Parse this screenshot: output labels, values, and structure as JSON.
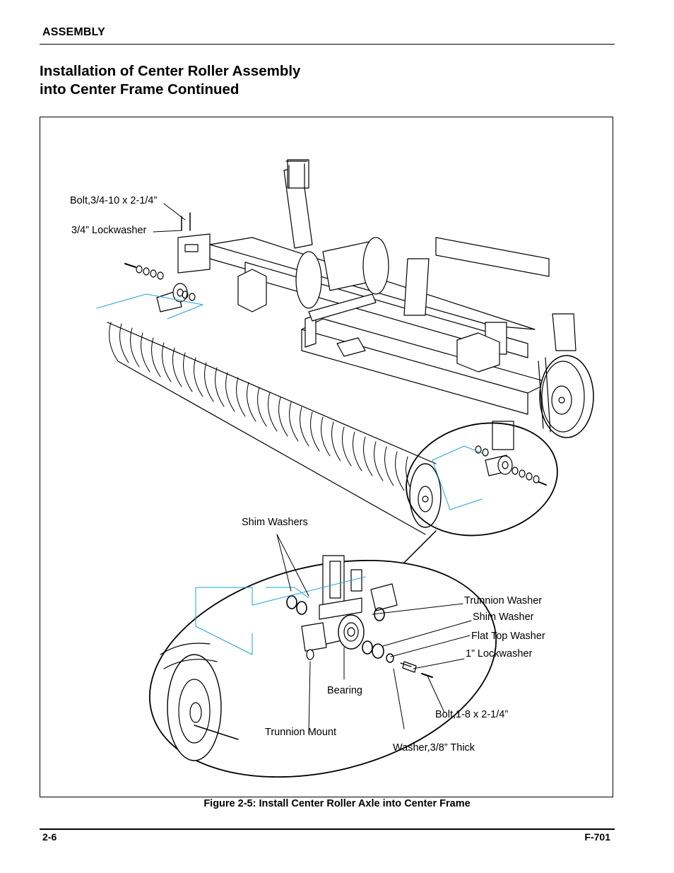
{
  "header": {
    "section": "ASSEMBLY"
  },
  "title": {
    "line1": "Installation of Center Roller Assembly",
    "line2": "into Center Frame Continued"
  },
  "figure": {
    "labels": {
      "bolt_top": "Bolt,3/4-10 x 2-1/4”",
      "lockwasher_top": "3/4” Lockwasher",
      "shim_washers": "Shim Washers",
      "trunnion_washer": "Trunnion Washer",
      "shim_washer": "Shim Washer",
      "flat_top_washer": "Flat Top Washer",
      "lockwasher_1in": "1” Lockwasher",
      "bearing": "Bearing",
      "bolt_bottom": "Bolt,1-8 x 2-1/4”",
      "trunnion_mount": "Trunnion Mount",
      "washer_thick": "Washer,3/8” Thick"
    },
    "caption": "Figure 2-5:  Install Center Roller Axle into Center Frame"
  },
  "footer": {
    "page": "2-6",
    "doc": "F-701"
  }
}
